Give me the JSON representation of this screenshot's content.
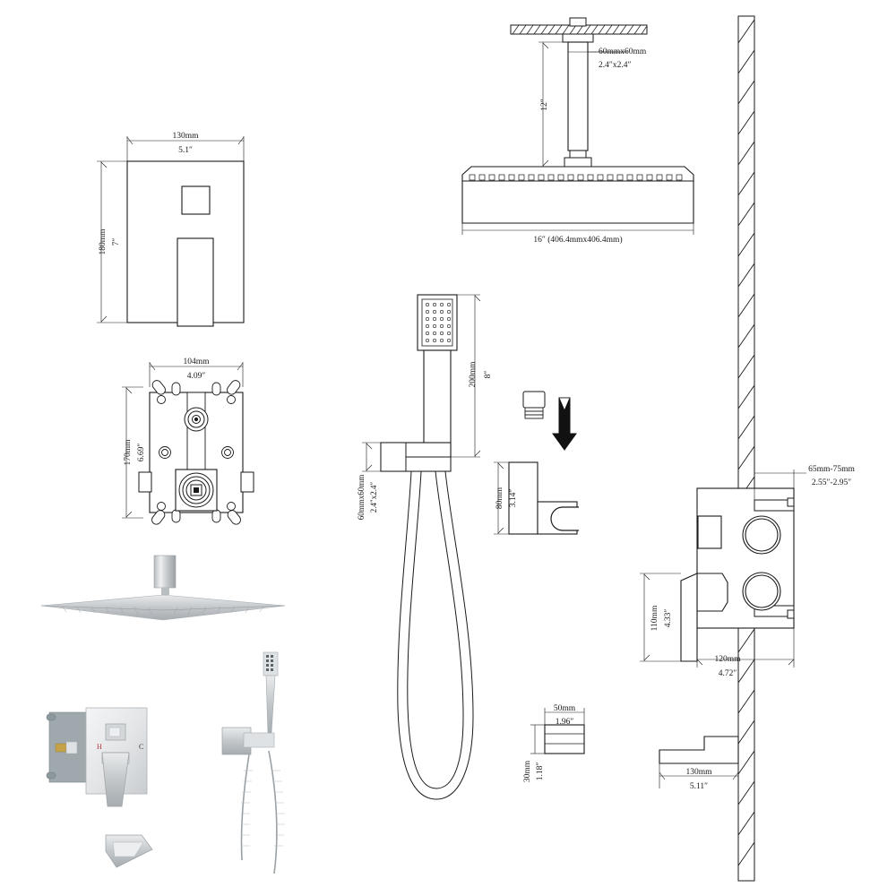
{
  "document": {
    "type": "technical-specification-drawing",
    "subject": "Wall-mounted pressure-balance shower system with ceiling rain head, handheld wand and tub spout",
    "background_color": "#ffffff",
    "line_color": "#1a1a1a",
    "metal_finish_color": "#c9cdd0"
  },
  "views": {
    "trim_plate": {
      "name": "Valve trim plate front view",
      "width_mm": "130mm",
      "width_in": "5.1″",
      "height_mm": "180mm",
      "height_in": "7″"
    },
    "valve_body": {
      "name": "Rough-in valve body front view",
      "width_mm": "104mm",
      "width_in": "4.09″",
      "height_mm": "170mm",
      "height_in": "6.69″"
    },
    "ceiling_head": {
      "name": "Ceiling mounted rain shower head",
      "arm_size_mm": "60mmx60mm",
      "arm_size_in": "2.4″x2.4″",
      "drop_length_in": "12″",
      "head_size": "16″ (406.4mmx406.4mm)"
    },
    "handheld": {
      "name": "Handheld shower wand",
      "length_mm": "200mm",
      "length_in": "8″",
      "base_size_mm": "60mmx60mm",
      "base_size_in": "2.4″x2.4″"
    },
    "holder": {
      "name": "Wall bracket holder for handheld",
      "height_mm": "80mm",
      "height_in": "3.14″"
    },
    "small_part": {
      "name": "Outlet elbow detail",
      "width_mm": "50mm",
      "width_in": "1.96″",
      "height_mm": "30mm",
      "height_in": "1.18″"
    },
    "wall_section": {
      "name": "Wall cross section through valve",
      "wall_depth": "65mm-75mm",
      "wall_depth_in": "2.55″-2.95″",
      "valve_height_mm": "110mm",
      "valve_height_in": "4.33″",
      "projection_mm": "120mm",
      "projection_in": "4.72″"
    },
    "tub_spout": {
      "name": "Tub spout projection",
      "projection_mm": "130mm",
      "projection_in": "5.11″"
    }
  },
  "photo": {
    "name": "Product assembly photograph",
    "hot_marking": "H",
    "cold_marking": "C",
    "hot_color": "#b03a3a",
    "cold_color": "#3a3a3a"
  }
}
